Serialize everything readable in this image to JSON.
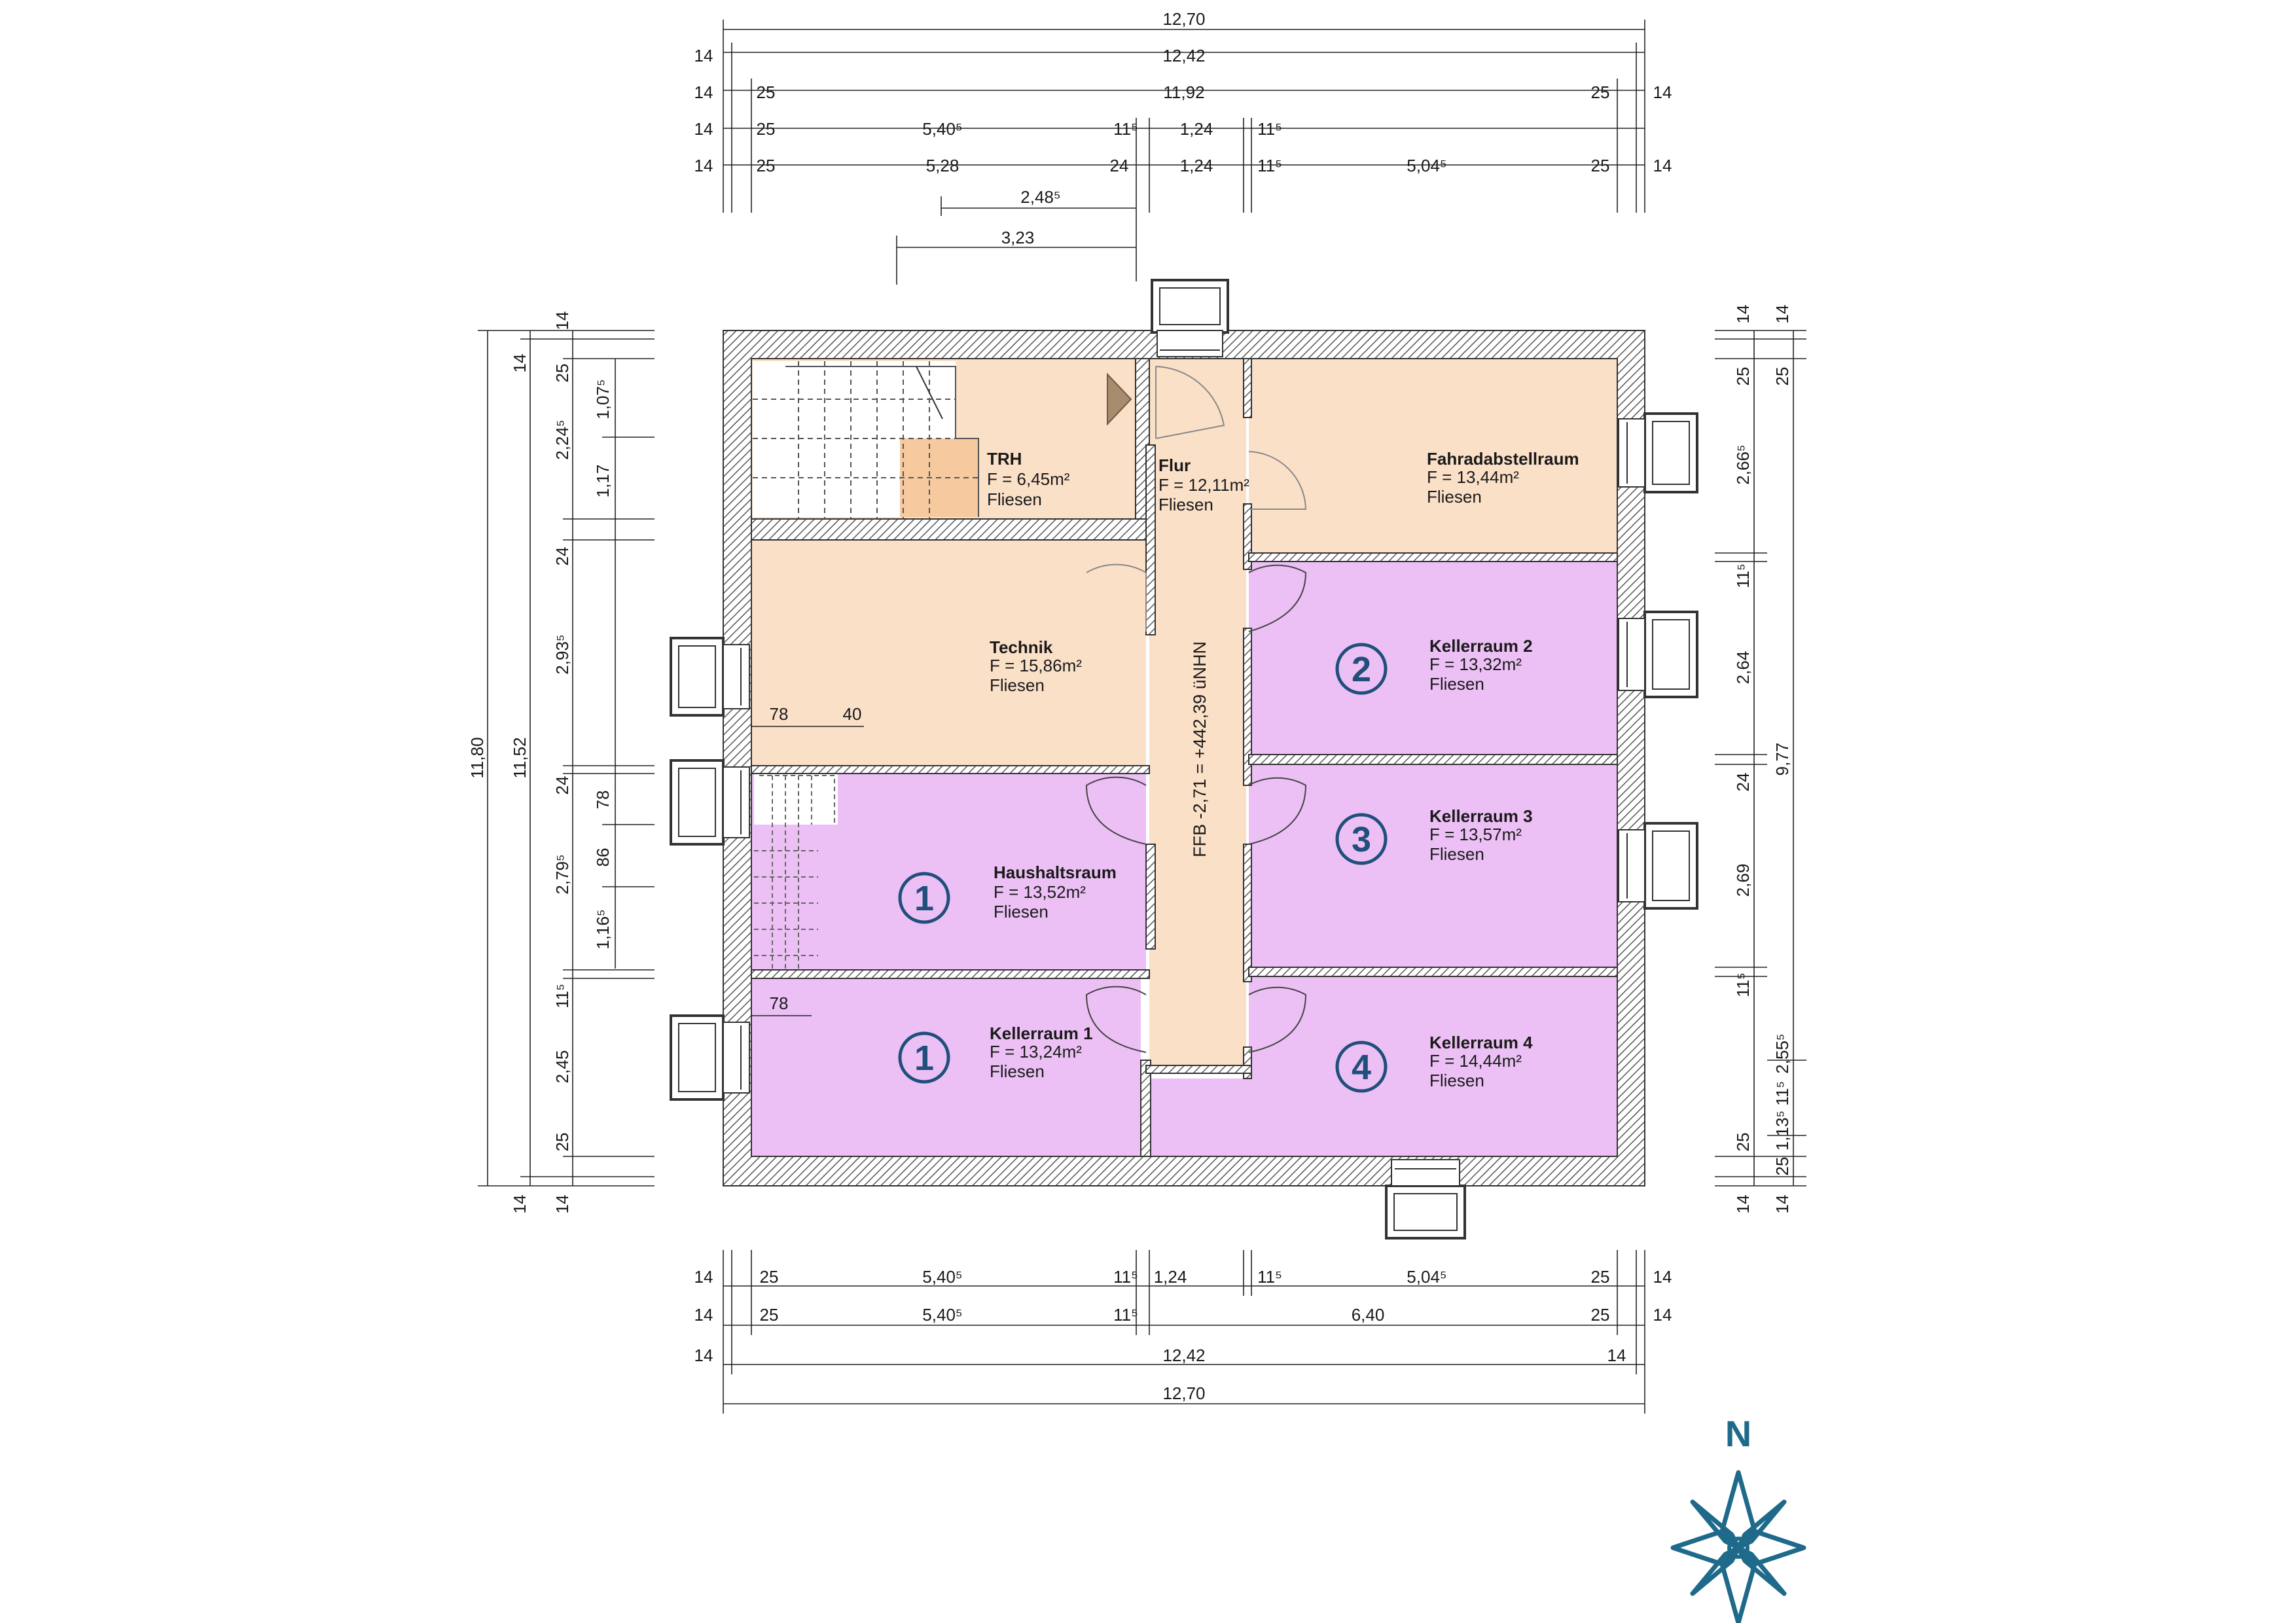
{
  "rooms": {
    "trh": {
      "name": "TRH",
      "area": "F = 6,45m²",
      "floor": "Fliesen"
    },
    "flur": {
      "name": "Flur",
      "area": "F = 12,11m²",
      "floor": "Fliesen"
    },
    "fahrrad": {
      "name": "Fahradabstellraum",
      "area": "F = 13,44m²",
      "floor": "Fliesen"
    },
    "technik": {
      "name": "Technik",
      "area": "F = 15,86m²",
      "floor": "Fliesen"
    },
    "keller2": {
      "name": "Kellerraum 2",
      "area": "F = 13,32m²",
      "floor": "Fliesen",
      "badge": "2"
    },
    "haushalt": {
      "name": "Haushaltsraum",
      "area": "F = 13,52m²",
      "floor": "Fliesen",
      "badge": "1"
    },
    "keller3": {
      "name": "Kellerraum 3",
      "area": "F = 13,57m²",
      "floor": "Fliesen",
      "badge": "3"
    },
    "keller1": {
      "name": "Kellerraum 1",
      "area": "F = 13,24m²",
      "floor": "Fliesen",
      "badge": "1"
    },
    "keller4": {
      "name": "Kellerraum 4",
      "area": "F = 14,44m²",
      "floor": "Fliesen",
      "badge": "4"
    }
  },
  "level_label": "FFB -2,71 = +442,39 üNHN",
  "compass": {
    "label": "N"
  },
  "colors": {
    "warm": "#fbe0c8",
    "violet": "#ecc0f5",
    "wall": "#444444",
    "badge": "#1f4f7a",
    "compass": "#1f6a8a"
  },
  "dims": {
    "top_total": "12,70",
    "top_inner": "12,42",
    "top_r3": "11,92",
    "top_r4a": "5,40⁵",
    "top_r4b": "11⁵",
    "top_r4c": "1,24",
    "top_r4d": "11⁵",
    "top_r5a": "5,28",
    "top_r5b": "24",
    "top_r5c": "1,24",
    "top_r5d": "11⁵",
    "top_r5e": "5,04⁵",
    "stair_1": "2,48⁵",
    "stair_2": "3,23",
    "v14": "14",
    "v25": "25",
    "v24": "24",
    "left_total": "11,80",
    "left_inner": "11,52",
    "left_a": "2,24⁵",
    "left_b": "2,93⁵",
    "left_c": "2,79⁵",
    "left_d": "11⁵",
    "left_e": "2,45",
    "left_f1": "1,07⁵",
    "left_f2": "1,17",
    "left_f3": "78",
    "left_f4": "86",
    "left_f5": "1,16⁵",
    "right_a": "2,66⁵",
    "right_b": "11⁵",
    "right_c": "2,64",
    "right_d": "2,69",
    "right_e": "11⁵",
    "right_f": "2,55⁵",
    "right_g": "1,13⁵ 11⁵",
    "right_total": "9,77",
    "inner_78a": "78",
    "inner_40": "40",
    "inner_78b": "78",
    "bot_r1a": "5,40⁵",
    "bot_r1b": "11⁵",
    "bot_r1c": "1,24",
    "bot_r1d": "11⁵",
    "bot_r1e": "5,04⁵",
    "bot_r2a": "5,40⁵",
    "bot_r2b": "11⁵",
    "bot_r2c": "6,40",
    "bot_inner": "12,42",
    "bot_total": "12,70"
  }
}
